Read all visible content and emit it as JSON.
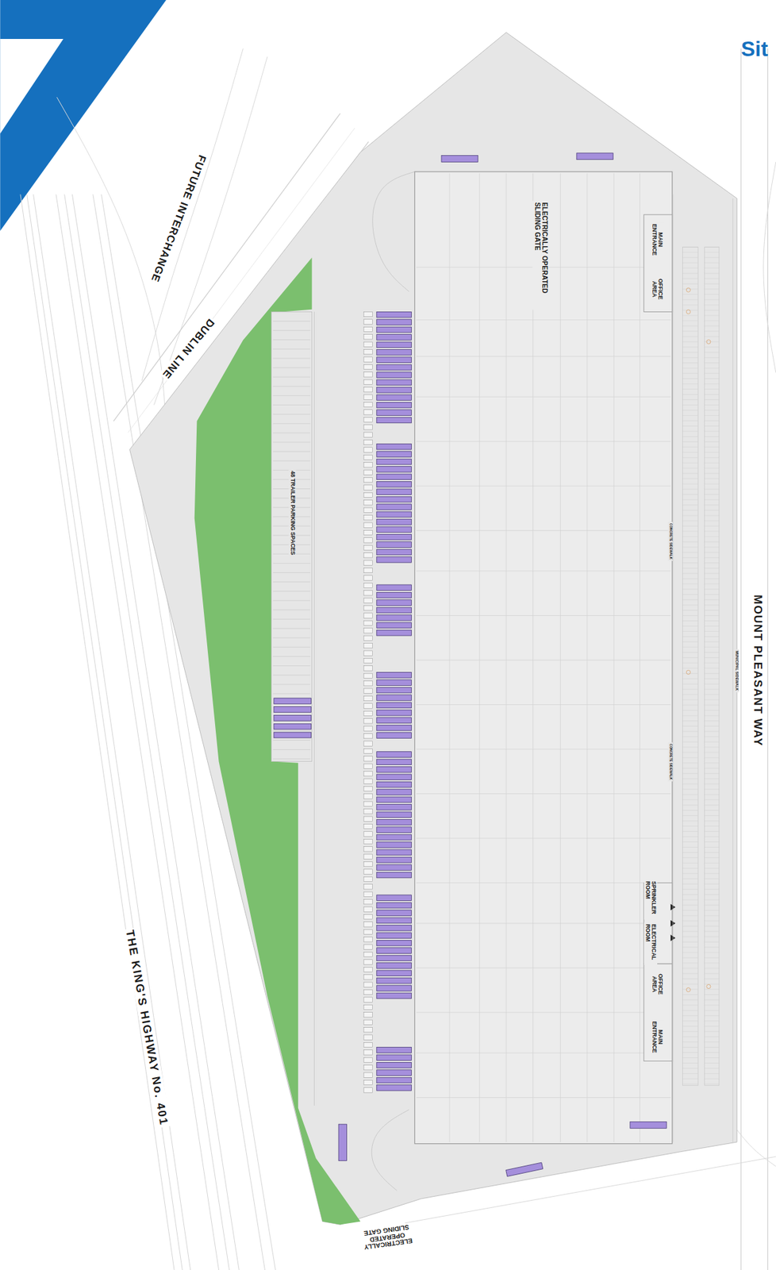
{
  "diagram": {
    "title": "Sit",
    "labels": [
      "FUTURE INTERCHANGE",
      "DUBLIN LINE",
      "ELECTRICALLY OPERATED SLIDING GATE",
      "MAIN ENTRANCE",
      "OFFICE AREA",
      "48 TRAILER PARKING SPACES",
      "MOUNT PLEASANT WAY",
      "MUNICIPAL SIDEWALK",
      "SPRINKLER ROOM",
      "ELECTRICAL ROOM",
      "OFFICE AREA",
      "MAIN ENTRANCE",
      "THE KING'S HIGHWAY No. 401",
      "ELECTRICALLY OPERATED SLIDING GATE",
      "CONCRETE SIDEWALK",
      "CONCRETE SIDEWALK"
    ]
  }
}
